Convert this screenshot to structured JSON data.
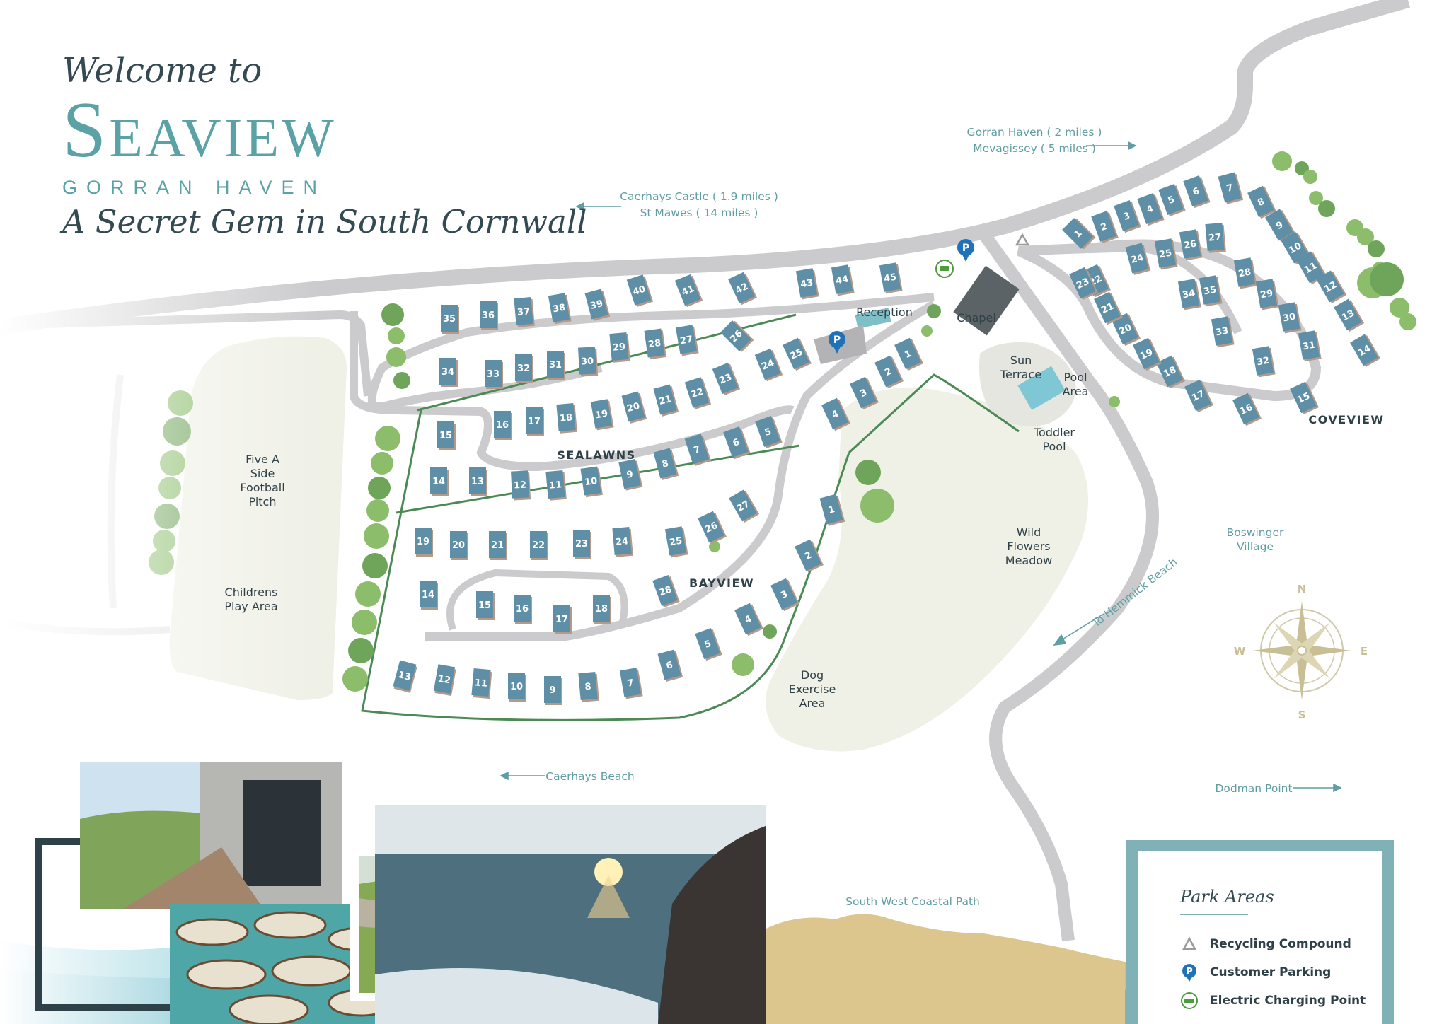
{
  "title": {
    "welcome": "Welcome to",
    "name": "Seaview",
    "location": "GORRAN HAVEN",
    "tagline": "A Secret Gem in South Cornwall"
  },
  "directions": {
    "gorran_haven": "Gorran Haven ( 2 miles )",
    "mevagissey": "Mevagissey ( 5 miles )",
    "caerhays_castle": "Caerhays Castle ( 1.9 miles )",
    "st_mawes": "St Mawes ( 14 miles )",
    "caerhays_beach": "Caerhays Beach",
    "dodman_point": "Dodman Point",
    "boswinger": "Boswinger\nVillage",
    "hemmick": "To Hemmick Beach",
    "coastal_path": "South West Coastal Path"
  },
  "areas": {
    "sealawns": "SEALAWNS",
    "bayview": "BAYVIEW",
    "coveview": "COVEVIEW"
  },
  "facilities": {
    "football": "Five A\nSide\nFootball\nPitch",
    "play": "Childrens\nPlay Area",
    "meadow": "Wild\nFlowers\nMeadow",
    "dog": "Dog\nExercise\nArea",
    "reception": "Reception",
    "chapel": "Chapel",
    "sun_terrace": "Sun\nTerrace",
    "pool": "Pool\nArea",
    "toddler_pool": "Toddler\nPool"
  },
  "compass": {
    "n": "N",
    "s": "S",
    "e": "E",
    "w": "W"
  },
  "legend": {
    "title": "Park Areas",
    "items": [
      {
        "label": "Recycling Compound",
        "icon": "recycling-icon"
      },
      {
        "label": "Customer Parking",
        "icon": "parking-icon"
      },
      {
        "label": "Electric Charging Point",
        "icon": "ev-charging-icon"
      }
    ]
  },
  "colors": {
    "road": "#c9c9cb",
    "grass": "#eff0e6",
    "lodge": "#5f8fa6",
    "hedge": "#4c8a55",
    "teal": "#5aa2a6",
    "sand": "#ddc68e",
    "sea": "#7fc7d5"
  },
  "lodges": {
    "sealawns": [
      "1",
      "2",
      "3",
      "4",
      "5",
      "6",
      "7",
      "8",
      "9",
      "10",
      "11",
      "12",
      "13",
      "14",
      "15",
      "16",
      "17",
      "18",
      "19",
      "20",
      "21",
      "22",
      "23",
      "24",
      "25",
      "26",
      "27",
      "28",
      "29",
      "30",
      "31",
      "32",
      "33",
      "34",
      "35",
      "36",
      "37",
      "38",
      "39",
      "40",
      "41",
      "42",
      "43",
      "44",
      "45"
    ],
    "bayview": [
      "1",
      "2",
      "3",
      "4",
      "5",
      "6",
      "7",
      "8",
      "9",
      "10",
      "11",
      "12",
      "13",
      "14",
      "15",
      "16",
      "17",
      "18",
      "19",
      "20",
      "21",
      "22",
      "23",
      "24",
      "25",
      "26",
      "27",
      "28"
    ],
    "coveview": [
      "1",
      "2",
      "3",
      "4",
      "5",
      "6",
      "7",
      "8",
      "9",
      "10",
      "11",
      "12",
      "13",
      "14",
      "15",
      "16",
      "17",
      "18",
      "19",
      "20",
      "21",
      "22",
      "23",
      "24",
      "25",
      "26",
      "27",
      "28",
      "29",
      "30",
      "31",
      "32",
      "33",
      "34",
      "35"
    ]
  }
}
